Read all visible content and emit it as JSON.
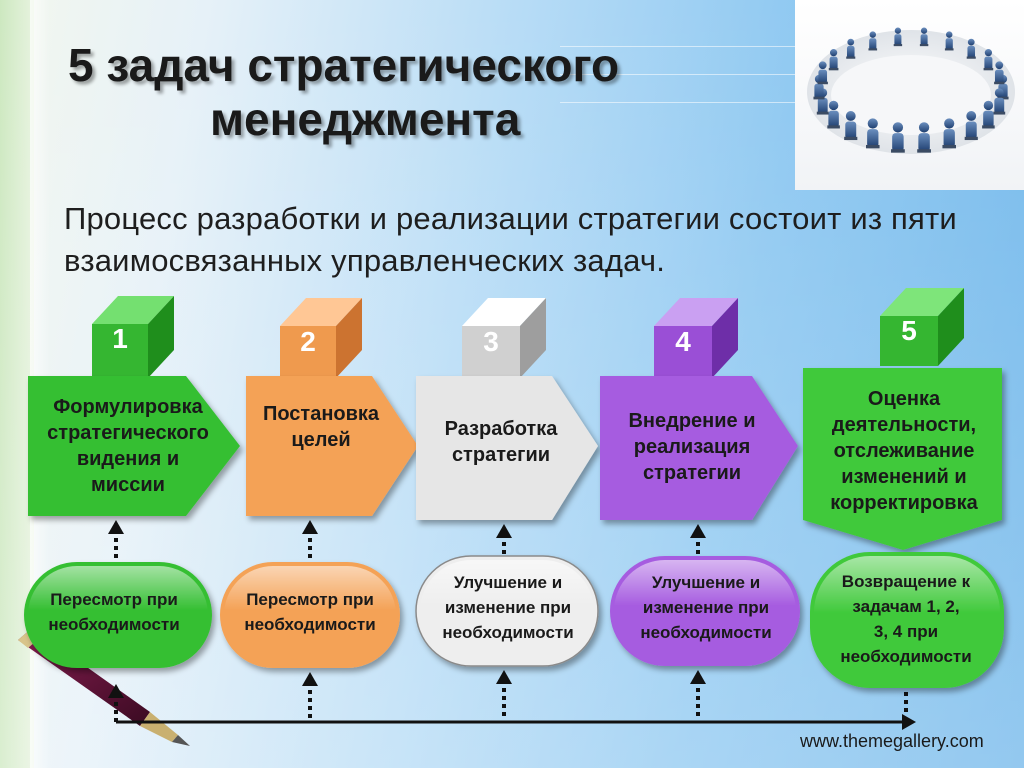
{
  "title": {
    "line1": "5 задач стратегического",
    "line2": "менеджмента"
  },
  "subtitle": "Процесс разработки и реализации стратегии состоит из пяти взаимосвязанных управленческих задач.",
  "steps": [
    {
      "number": "1",
      "label": "Формулировка\nстратегического\nвидения и\nмиссии",
      "note": "Пересмотр при\nнеобходимости",
      "color": "#3fc93a"
    },
    {
      "number": "2",
      "label": "Постановка\nцелей",
      "note": "Пересмотр при\nнеобходимости",
      "color": "#f7a85e"
    },
    {
      "number": "3",
      "label": "Разработка\nстратегии",
      "note": "Улучшение и\nизменение при\nнеобходимости",
      "color": "#e4e4e4"
    },
    {
      "number": "4",
      "label": "Внедрение и\nреализация\nстратегии",
      "note": "Улучшение и\nизменение при\nнеобходимости",
      "color": "#a65ce0"
    },
    {
      "number": "5",
      "label": "Оценка\nдеятельности,\nотслеживание\nизменений и\nкорректировка",
      "note": "Возвращение к\nзадачам 1, 2,\n3, 4 при\nнеобходимости",
      "color": "#3fc93a"
    }
  ],
  "footer_url": "www.themegallery.com",
  "images": {
    "meeting_photo": "people-circle-meeting",
    "pen": "fountain-pen"
  }
}
